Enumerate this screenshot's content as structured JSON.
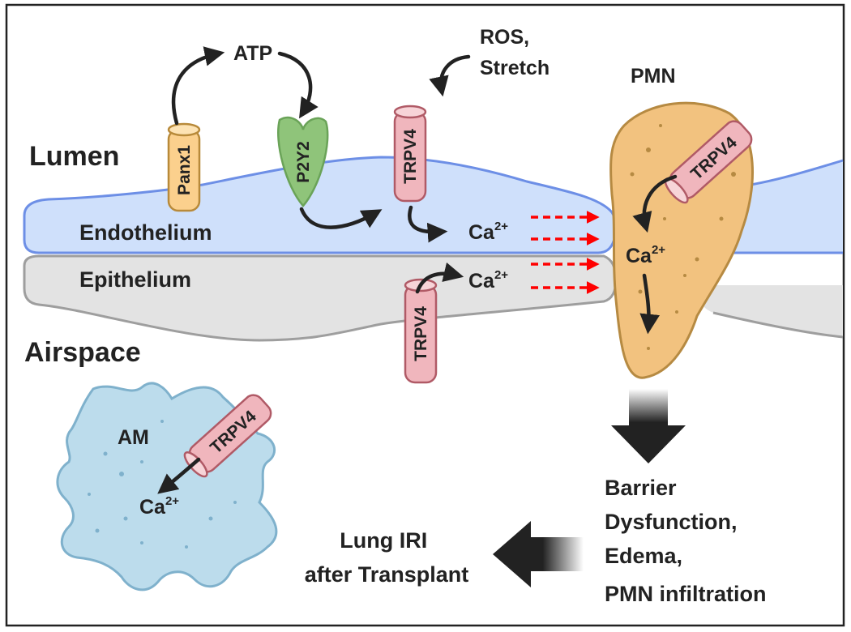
{
  "regions": {
    "lumen": "Lumen",
    "airspace": "Airspace",
    "endothelium": "Endothelium",
    "epithelium": "Epithelium"
  },
  "molecules": {
    "atp": "ATP",
    "ros_line1": "ROS,",
    "ros_line2": "Stretch",
    "ca": "Ca",
    "ca_sup": "2+"
  },
  "channels": {
    "panx1": "Panx1",
    "p2y2": "P2Y2",
    "trpv4": "TRPV4"
  },
  "cells": {
    "pmn": "PMN",
    "am": "AM"
  },
  "outcomes": {
    "barrier_lines": [
      "Barrier",
      "Dysfunction,",
      "Edema,",
      "PMN infiltration"
    ],
    "lung_lines": [
      "Lung IRI",
      "after Transplant"
    ]
  },
  "colors": {
    "border": "#222222",
    "endothelium_fill": "#cfe0fb",
    "endothelium_stroke": "#6d8fe6",
    "epithelium_fill": "#e3e3e3",
    "epithelium_stroke": "#9e9e9e",
    "pmn_fill": "#f2c27f",
    "pmn_stroke": "#b68a42",
    "am_fill": "#bcdcec",
    "am_stroke": "#7fb1cc",
    "trpv4_fill": "#f0b6bd",
    "trpv4_stroke": "#b05a66",
    "panx1_fill": "#fbd08d",
    "p2y2_fill": "#8fc47a",
    "flux_arrow": "#ff0000",
    "arrow": "#222222"
  }
}
